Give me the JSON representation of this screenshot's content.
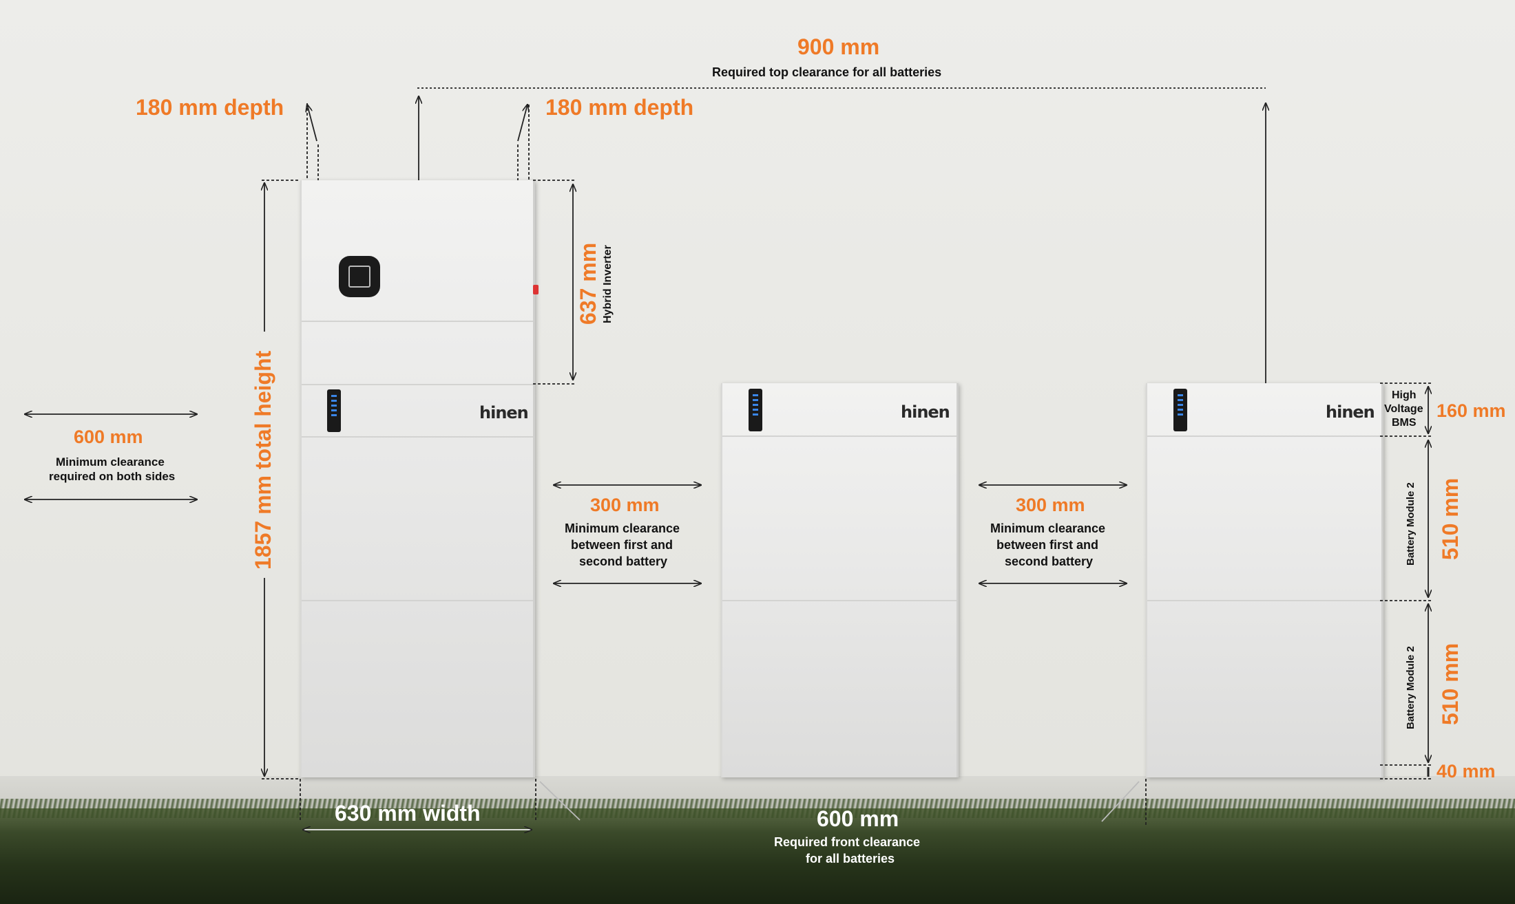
{
  "top_clearance": {
    "value": "900 mm",
    "caption": "Required top clearance for all batteries"
  },
  "depth_left": "180 mm depth",
  "depth_right": "180 mm depth",
  "total_height": "1857 mm total height",
  "inverter": {
    "value": "637 mm",
    "caption": "Hybrid Inverter"
  },
  "side_clearance": {
    "value": "600 mm",
    "caption_line1": "Minimum clearance",
    "caption_line2": "required on both sides"
  },
  "gap1": {
    "value": "300 mm",
    "caption_line1": "Minimum clearance",
    "caption_line2": "between first and",
    "caption_line3": "second battery"
  },
  "gap2": {
    "value": "300 mm",
    "caption_line1": "Minimum clearance",
    "caption_line2": "between first and",
    "caption_line3": "second battery"
  },
  "width": "630 mm width",
  "front_clearance": {
    "value": "600 mm",
    "caption_line1": "Required front clearance",
    "caption_line2": "for all batteries"
  },
  "bms": {
    "line1": "High",
    "line2": "Voltage",
    "line3": "BMS",
    "value": "160 mm"
  },
  "module_a": {
    "caption": "Battery Module 2",
    "value": "510 mm"
  },
  "module_b": {
    "caption": "Battery Module 2",
    "value": "510 mm"
  },
  "base": "40 mm",
  "brand": "hinen",
  "colors": {
    "accent": "#ef7a27",
    "wall": "#eaeae6",
    "grass": "#2c3a1e",
    "led": "#3a86e8"
  }
}
